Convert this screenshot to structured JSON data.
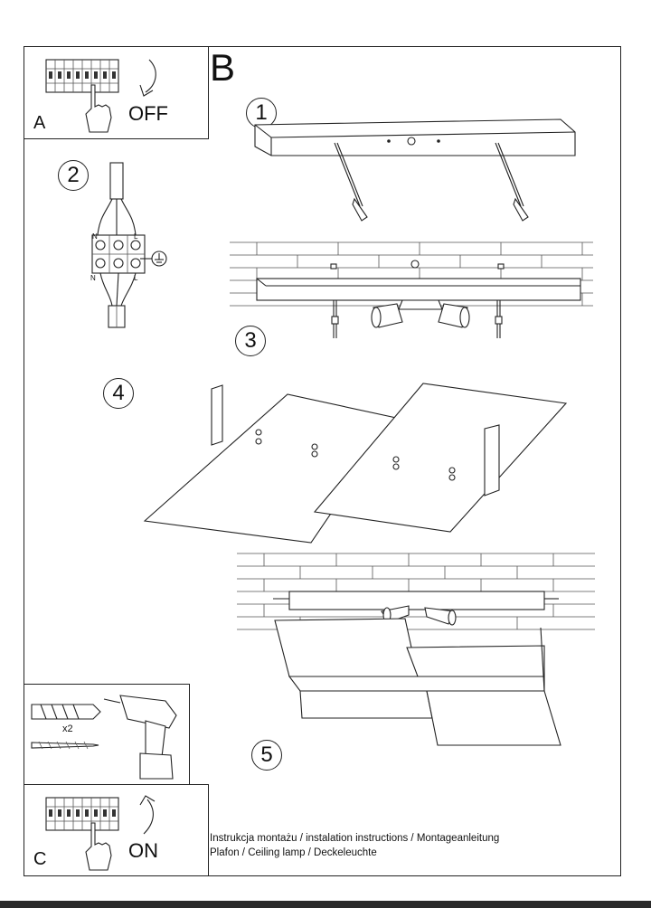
{
  "section_labels": {
    "a": "A",
    "b": "B",
    "c": "C"
  },
  "step_numbers": {
    "s1": "1",
    "s2": "2",
    "s3": "3",
    "s4": "4",
    "s5": "5"
  },
  "switch_labels": {
    "off": "OFF",
    "on": "ON"
  },
  "wiring_labels": {
    "n_top": "N",
    "l_top": "L",
    "n_bottom": "N",
    "l_bottom": "L"
  },
  "tools": {
    "quantity": "x2"
  },
  "footer": {
    "line1": "Instrukcja montażu / instalation instructions / Montageanleitung",
    "line2": "Plafon / Ceiling lamp / Deckeleuchte"
  }
}
